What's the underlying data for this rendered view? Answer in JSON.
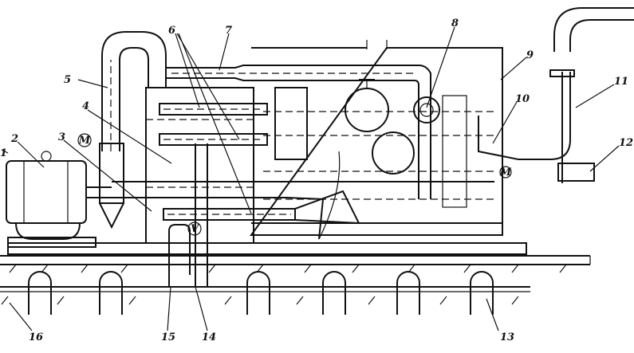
{
  "figure": {
    "callouts": [
      "1",
      "2",
      "3",
      "4",
      "5",
      "6",
      "7",
      "8",
      "9",
      "10",
      "11",
      "12",
      "13",
      "14",
      "15",
      "16"
    ],
    "gauge_symbols": {
      "manometer": "M",
      "vacuum": "V"
    }
  }
}
